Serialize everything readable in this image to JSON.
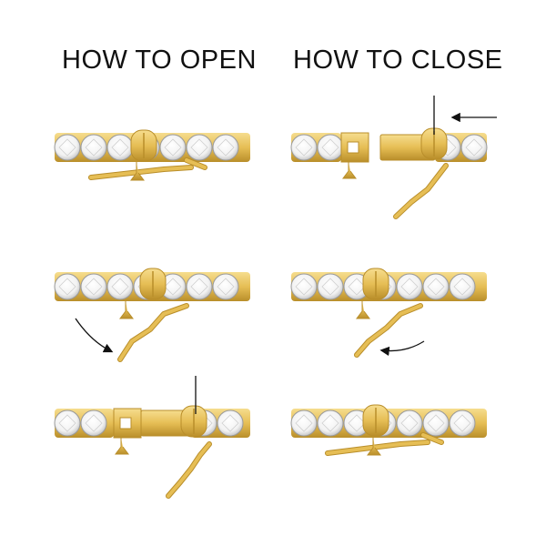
{
  "headings": {
    "open": "HOW TO OPEN",
    "close": "HOW TO CLOSE"
  },
  "colors": {
    "gold": "#E6BE55",
    "gold_dark": "#B98E2A",
    "gold_light": "#F6DD8E",
    "diamond": "#FFFFFF",
    "diamond_edge": "#9A9A9A",
    "arrow": "#111111"
  },
  "steps": {
    "open": [
      "closed",
      "lever-released",
      "clasp-separated"
    ],
    "close": [
      "insert-tongue",
      "press-lever",
      "closed"
    ]
  }
}
